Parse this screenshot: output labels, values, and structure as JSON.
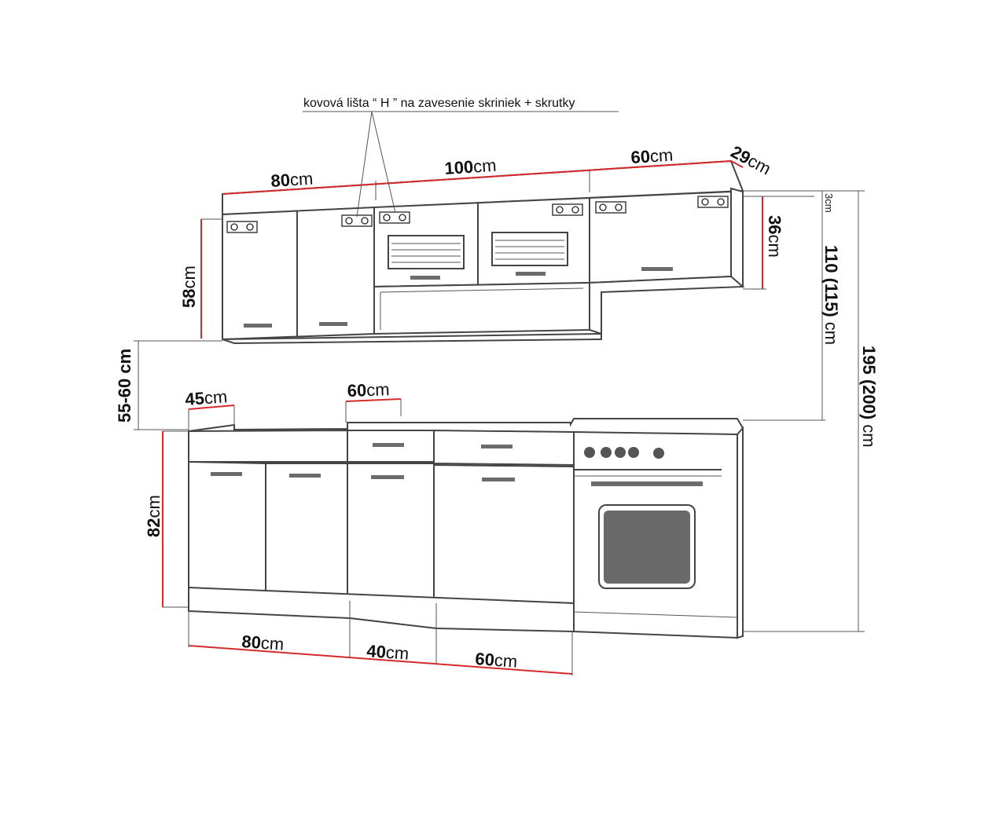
{
  "note": "kovová lišta “ H ” na zavesenie skriniek + skrutky",
  "upper": {
    "w1": {
      "n": "80",
      "u": "cm"
    },
    "w2": {
      "n": "100",
      "u": "cm"
    },
    "w3": {
      "n": "60",
      "u": "cm"
    },
    "depth": {
      "n": "29",
      "u": "cm"
    },
    "height_left": {
      "n": "58",
      "u": "cm"
    },
    "height_right": {
      "n": "36",
      "u": "cm"
    },
    "rail": "3cm"
  },
  "gap": "55-60 cm",
  "total_110": {
    "n": "110 (115)",
    "u": "cm"
  },
  "total_195": {
    "n": "195 (200)",
    "u": "cm"
  },
  "lower": {
    "depth_left": {
      "n": "45",
      "u": "cm"
    },
    "depth_mid": {
      "n": "60",
      "u": "cm"
    },
    "height": {
      "n": "82",
      "u": "cm"
    },
    "w1": {
      "n": "80",
      "u": "cm"
    },
    "w2": {
      "n": "40",
      "u": "cm"
    },
    "w3": {
      "n": "60",
      "u": "cm"
    }
  }
}
